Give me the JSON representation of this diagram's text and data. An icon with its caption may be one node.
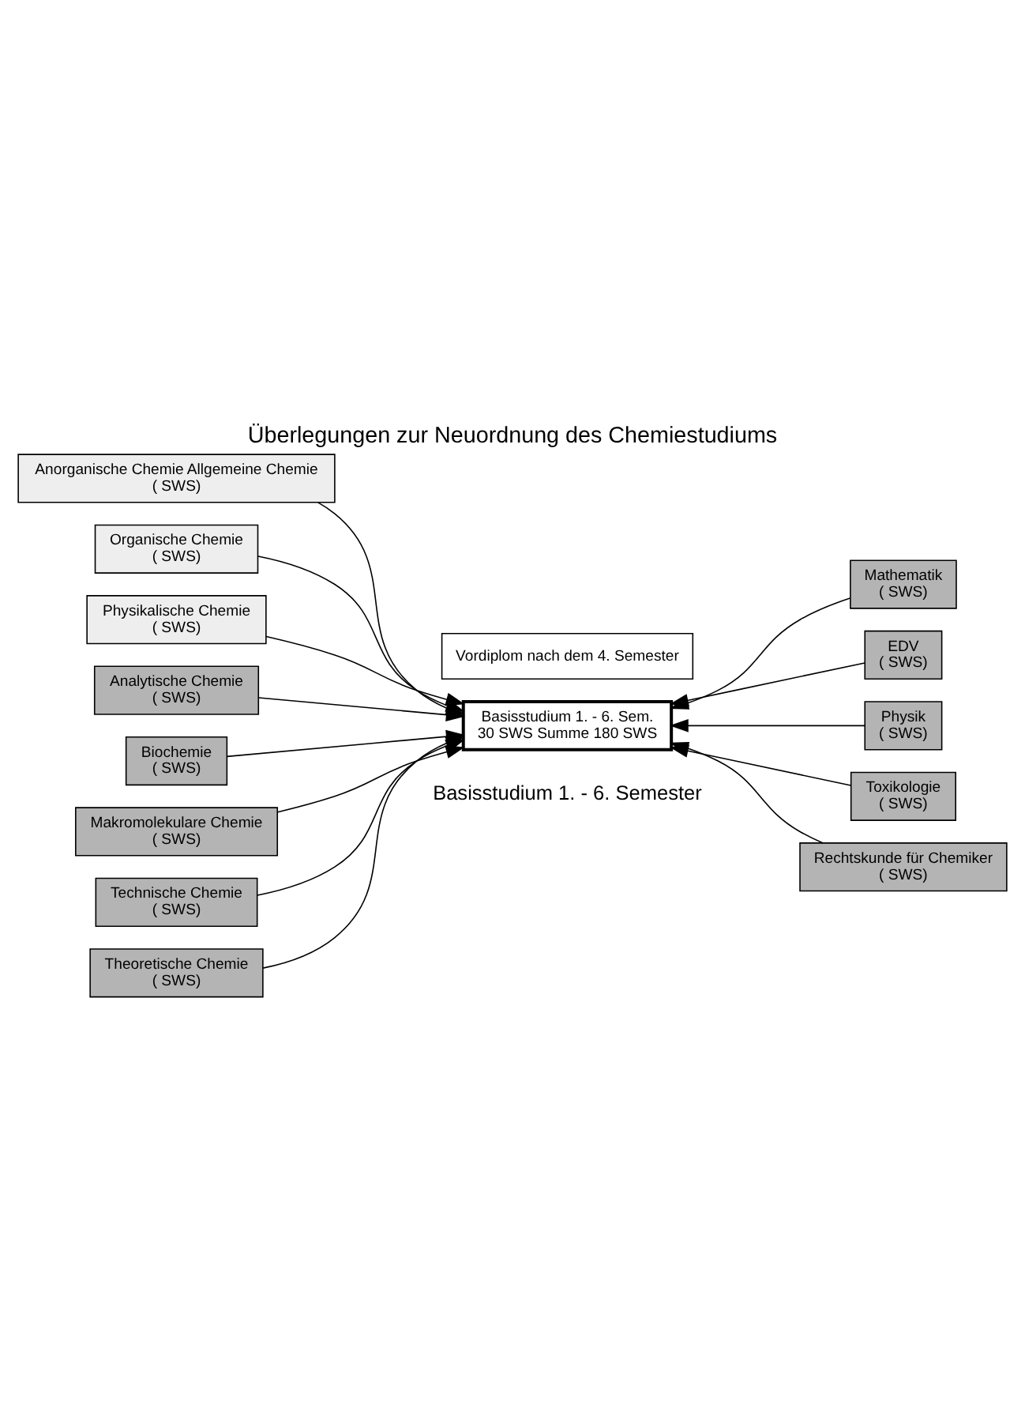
{
  "diagram": {
    "title": "Überlegungen zur Neuordnung des Chemiestudiums",
    "nodes": [
      {
        "text": [
          "Anorganische Chemie Allgemeine Chemie",
          "( SWS)"
        ]
      },
      {
        "text": [
          "Organische Chemie",
          "( SWS)"
        ]
      },
      {
        "text": [
          "Physikalische Chemie",
          "( SWS)"
        ]
      },
      {
        "text": [
          "Analytische Chemie",
          "( SWS)"
        ]
      },
      {
        "text": [
          "Biochemie",
          "( SWS)"
        ]
      },
      {
        "text": [
          "Makromolekulare Chemie",
          "( SWS)"
        ]
      },
      {
        "text": [
          "Technische Chemie",
          "( SWS)"
        ]
      },
      {
        "text": [
          "Theoretische Chemie",
          "( SWS)"
        ]
      },
      {
        "text": [
          "Basisstudium 1. - 6. Sem.",
          "30 SWS Summe 180 SWS"
        ]
      },
      {
        "text": [
          "Mathematik",
          "( SWS)"
        ]
      },
      {
        "text": [
          "EDV",
          "( SWS)"
        ]
      },
      {
        "text": [
          "Physik",
          "( SWS)"
        ]
      },
      {
        "text": [
          "Toxikologie",
          "( SWS)"
        ]
      },
      {
        "text": [
          "Rechtskunde für Chemiker",
          "( SWS)"
        ]
      },
      {
        "text": [
          "Vordiplom nach dem 4. Semester"
        ]
      }
    ],
    "edges": [
      {
        "from": 0,
        "to": 8,
        "arrow": "to"
      },
      {
        "from": 1,
        "to": 8,
        "arrow": "to"
      },
      {
        "from": 2,
        "to": 8,
        "arrow": "to"
      },
      {
        "from": 3,
        "to": 8,
        "arrow": "to"
      },
      {
        "from": 4,
        "to": 8,
        "arrow": "to"
      },
      {
        "from": 5,
        "to": 8,
        "arrow": "to"
      },
      {
        "from": 6,
        "to": 8,
        "arrow": "to"
      },
      {
        "from": 7,
        "to": 8,
        "arrow": "to"
      },
      {
        "from": 9,
        "to": 8,
        "arrow": "to"
      },
      {
        "from": 10,
        "to": 8,
        "arrow": "to"
      },
      {
        "from": 11,
        "to": 8,
        "arrow": "to"
      },
      {
        "from": 12,
        "to": 8,
        "arrow": "to"
      },
      {
        "from": 13,
        "to": 8,
        "arrow": "to"
      }
    ],
    "labels": [
      "Basisstudium 1. - 6. Semester"
    ]
  }
}
